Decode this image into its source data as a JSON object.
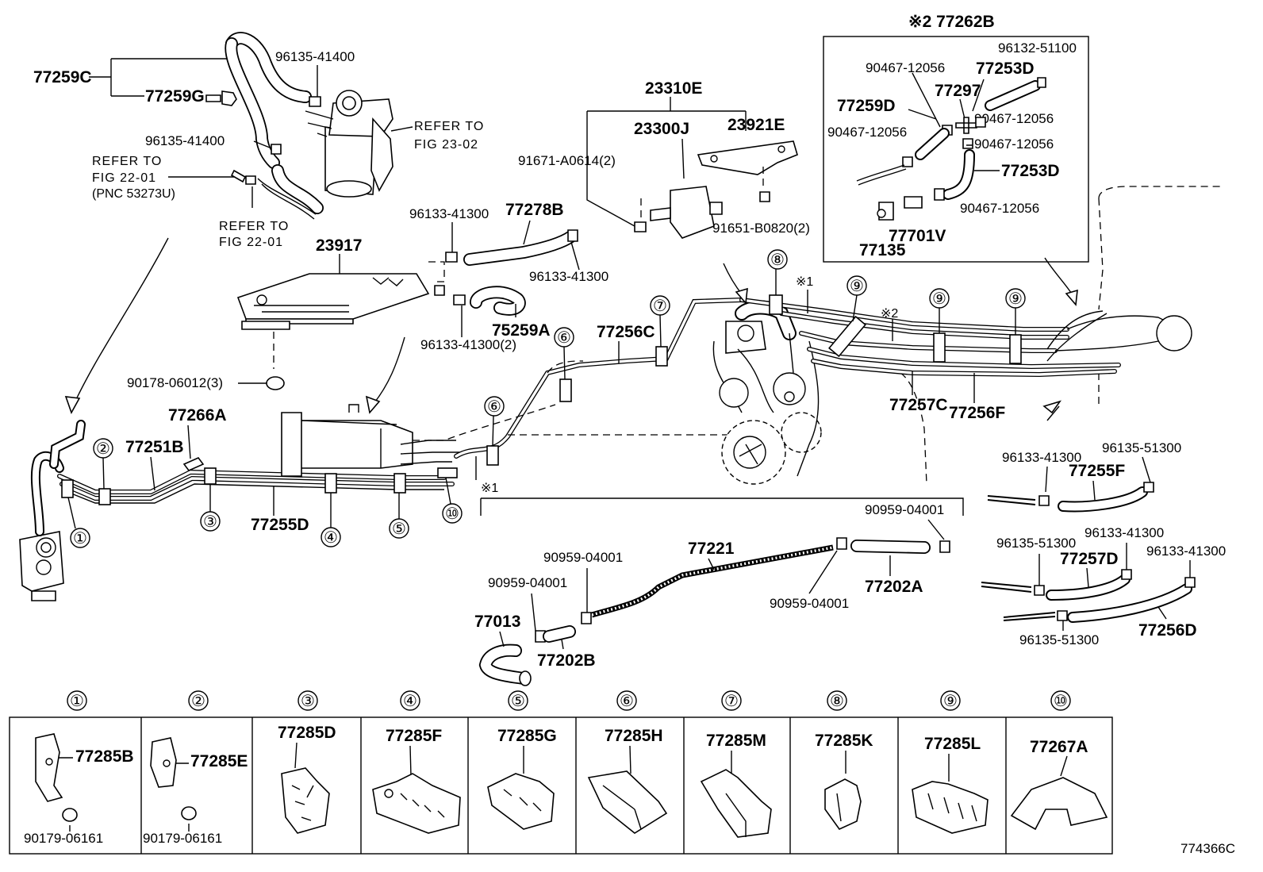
{
  "diagram_id": "774366C",
  "main_labels": {
    "p77259C": "77259C",
    "p77259G": "77259G",
    "p96135_41400_a": "96135-41400",
    "p96135_41400_b": "96135-41400",
    "ref_23_02_a": "REFER TO",
    "ref_23_02_b": "FIG 23-02",
    "ref_22_01_a": "REFER TO",
    "ref_22_01_b": "FIG 22-01",
    "pnc": "(PNC 53273U)",
    "ref_22_01_c": "REFER TO",
    "ref_22_01_d": "FIG 22-01",
    "p23917": "23917",
    "p90178": "90178-06012(3)",
    "p96133_41300_a": "96133-41300",
    "p77278B": "77278B",
    "p96133_41300_b": "96133-41300",
    "p75259A": "75259A",
    "p96133_41300_2": "96133-41300(2)",
    "p23310E": "23310E",
    "p23300J": "23300J",
    "p23921E": "23921E",
    "p91671": "91671-A0614(2)",
    "p91651": "91651-B0820(2)",
    "p77266A": "77266A",
    "p77251B": "77251B",
    "p77255D": "77255D",
    "p77256C": "77256C",
    "p77257C": "77257C",
    "p77256F": "77256F",
    "p77221": "77221",
    "p77202A": "77202A",
    "p77202B": "77202B",
    "p77013": "77013",
    "p90959_a": "90959-04001",
    "p90959_b": "90959-04001",
    "p90959_c": "90959-04001",
    "p90959_d": "90959-04001",
    "mark1_a": "※1",
    "mark1_b": "※1",
    "mark2_a": "※2",
    "p96133_41300_c": "96133-41300",
    "p96135_51300_a": "96135-51300",
    "p77255F": "77255F",
    "p96135_51300_b": "96135-51300",
    "p96133_41300_d": "96133-41300",
    "p77257D": "77257D",
    "p96133_41300_e": "96133-41300",
    "p96135_51300_c": "96135-51300",
    "p77256D": "77256D"
  },
  "inset": {
    "title": "※2 77262B",
    "labels": {
      "a": "96132-51100",
      "b": "90467-12056",
      "c": "77253D",
      "d": "77297",
      "e": "77259D",
      "f": "90467-12056",
      "g": "90467-12056",
      "h": "90467-12056",
      "i": "77253D",
      "j": "90467-12056",
      "k": "77701V",
      "l": "77135"
    }
  },
  "callouts": [
    "①",
    "②",
    "③",
    "④",
    "⑤",
    "⑥",
    "⑦",
    "⑧",
    "⑨",
    "⑩"
  ],
  "clamp_table": [
    {
      "num": "①",
      "part": "77285B",
      "sub": "90179-06161"
    },
    {
      "num": "②",
      "part": "77285E",
      "sub": "90179-06161"
    },
    {
      "num": "③",
      "part": "77285D"
    },
    {
      "num": "④",
      "part": "77285F"
    },
    {
      "num": "⑤",
      "part": "77285G"
    },
    {
      "num": "⑥",
      "part": "77285H"
    },
    {
      "num": "⑦",
      "part": "77285M"
    },
    {
      "num": "⑧",
      "part": "77285K"
    },
    {
      "num": "⑨",
      "part": "77285L"
    },
    {
      "num": "⑩",
      "part": "77267A"
    }
  ]
}
